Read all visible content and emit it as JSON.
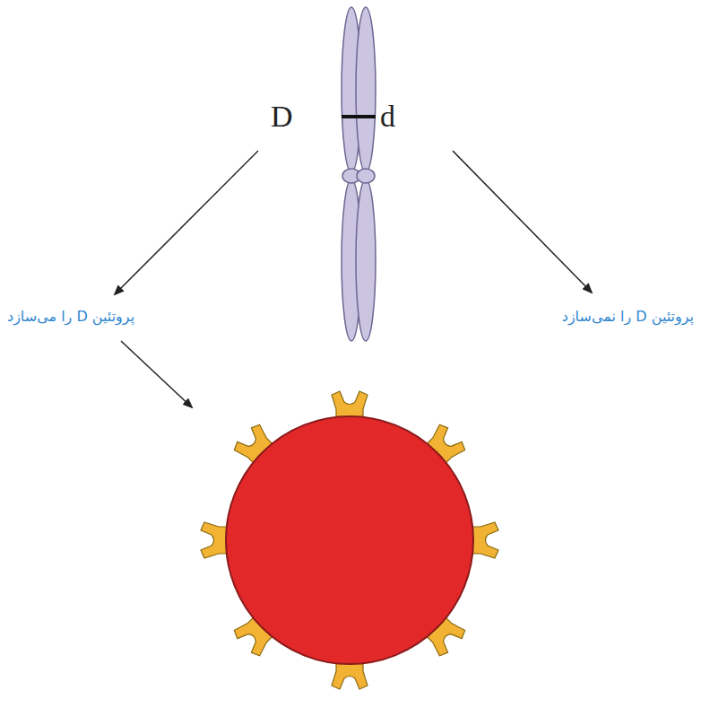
{
  "diagram": {
    "labels": [
      "D",
      "d",
      "پروتئین D را می‌سازد",
      "پروتئین D را نمی‌سازد"
    ]
  }
}
